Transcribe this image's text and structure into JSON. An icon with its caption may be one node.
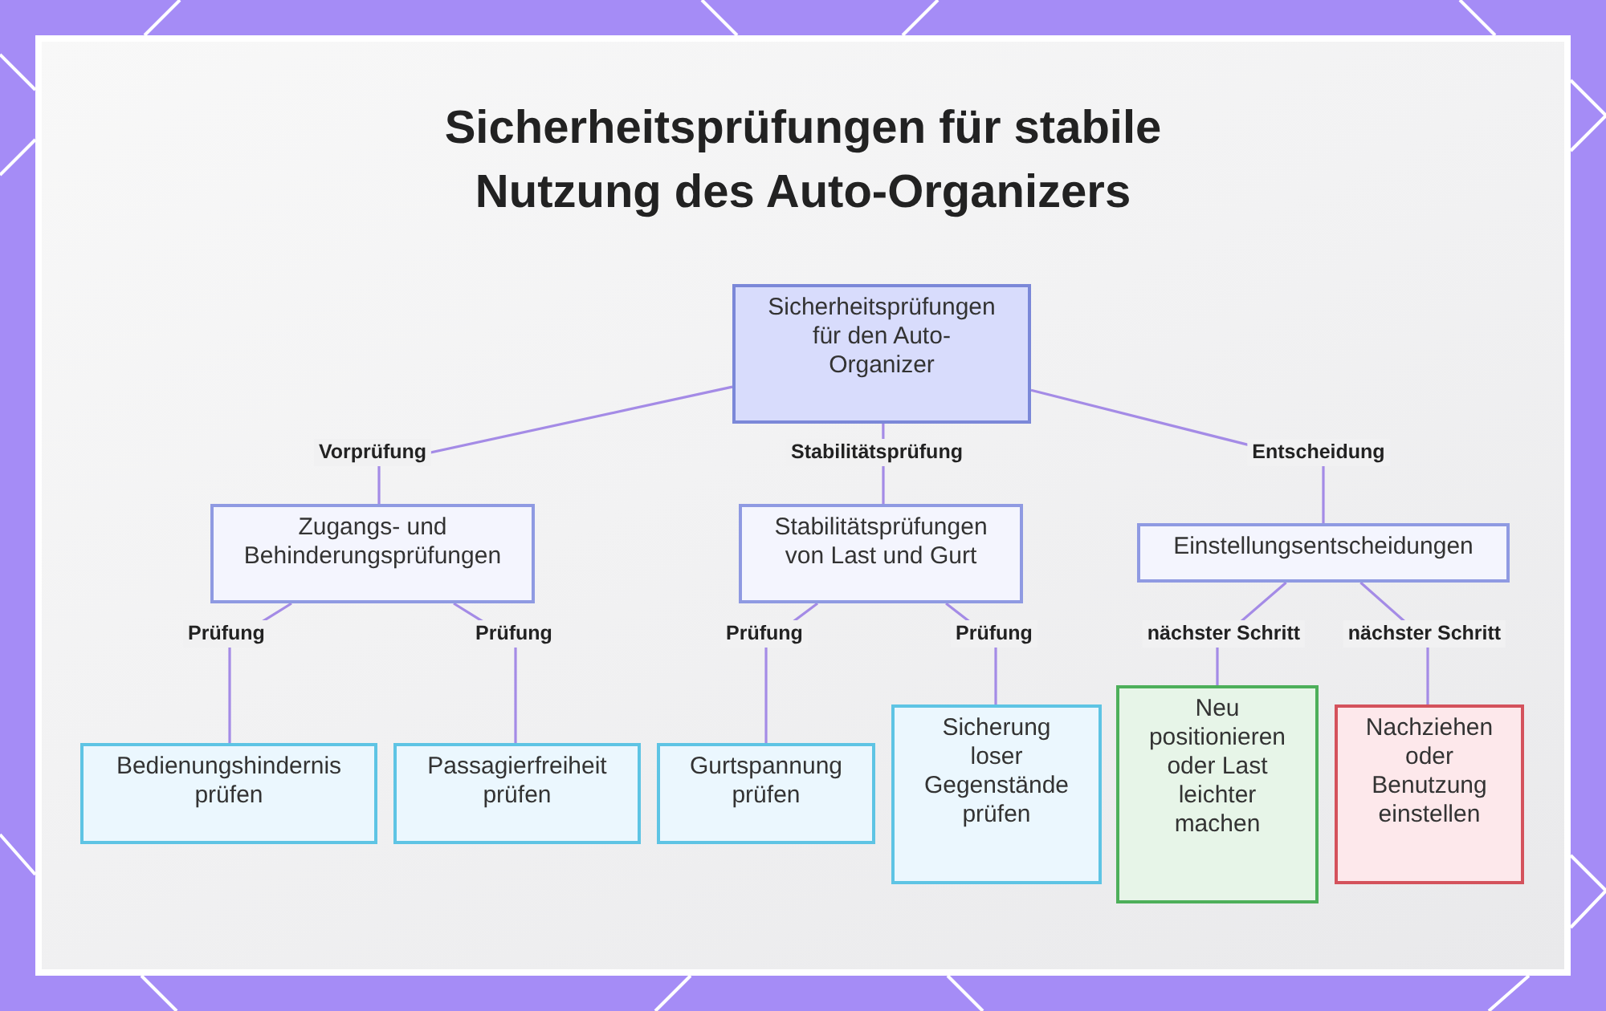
{
  "diagram": {
    "title": "Sicherheitsprüfungen für stabile Nutzung des Auto-Organizers",
    "nodes": [
      {
        "text": [
          "Sicherheitsprüfungen für den Auto-Organizer"
        ]
      },
      {
        "text": [
          "Zugangs- und Behinderungsprüfungen"
        ]
      },
      {
        "text": [
          "Stabilitätsprüfungen von Last und Gurt"
        ]
      },
      {
        "text": [
          "Einstellungsentscheidungen"
        ]
      },
      {
        "text": [
          "Bedienungshindernis prüfen"
        ]
      },
      {
        "text": [
          "Passagierfreiheit prüfen"
        ]
      },
      {
        "text": [
          "Gurtspannung prüfen"
        ]
      },
      {
        "text": [
          "Sicherung loser Gegenstände prüfen"
        ]
      },
      {
        "text": [
          "Neu positionieren oder Last leichter machen"
        ]
      },
      {
        "text": [
          "Nachziehen oder Benutzung einstellen"
        ]
      }
    ],
    "edges": [
      {
        "from": 0,
        "to": 1,
        "arrow": "none",
        "label": "Vorprüfung"
      },
      {
        "from": 0,
        "to": 2,
        "arrow": "none",
        "label": "Stabilitätsprüfung"
      },
      {
        "from": 0,
        "to": 3,
        "arrow": "none",
        "label": "Entscheidung"
      },
      {
        "from": 1,
        "to": 4,
        "arrow": "none",
        "label": "Prüfung"
      },
      {
        "from": 1,
        "to": 5,
        "arrow": "none",
        "label": "Prüfung"
      },
      {
        "from": 2,
        "to": 6,
        "arrow": "none",
        "label": "Prüfung"
      },
      {
        "from": 2,
        "to": 7,
        "arrow": "none",
        "label": "Prüfung"
      },
      {
        "from": 3,
        "to": 8,
        "arrow": "none",
        "label": "nächster Schritt"
      },
      {
        "from": 3,
        "to": 9,
        "arrow": "none",
        "label": "nächster Schritt"
      }
    ]
  }
}
